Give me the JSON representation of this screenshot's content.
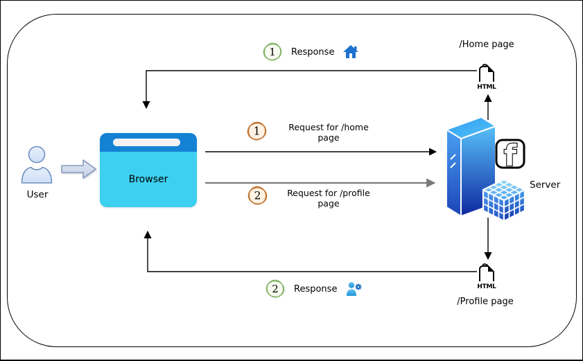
{
  "nodes": {
    "user": {
      "label": "User"
    },
    "browser": {
      "label": "Browser"
    },
    "server": {
      "label": "Server"
    },
    "home_page": {
      "label": "/Home page",
      "file_badge": "HTML"
    },
    "profile_page": {
      "label": "/Profile page",
      "file_badge": "HTML"
    }
  },
  "flows": {
    "request_home": {
      "step": "1",
      "label": "Request for /home page"
    },
    "request_profile": {
      "step": "2",
      "label": "Request for /profile page"
    },
    "response_home": {
      "step": "1",
      "label": "Response"
    },
    "response_profile": {
      "step": "2",
      "label": "Response"
    }
  },
  "icons": {
    "user": "person-icon",
    "user_to_browser": "block-arrow-icon",
    "response_home": "house-icon",
    "response_profile": "user-gear-icon",
    "server_brand": "facebook-icon",
    "server_data": "cube-icon",
    "pages": "html-file-icon"
  },
  "colors": {
    "browser_header": "#1482d4",
    "browser_body": "#3ed0f0",
    "request_step_badge": "#c2722e",
    "response_step_badge": "#82b366",
    "house_icon": "#1d72cf",
    "profile_person": "#3fb0e8",
    "profile_gear": "#1b6fc0",
    "request_profile_line": "#7a7a7a",
    "connector_line": "#000000"
  }
}
